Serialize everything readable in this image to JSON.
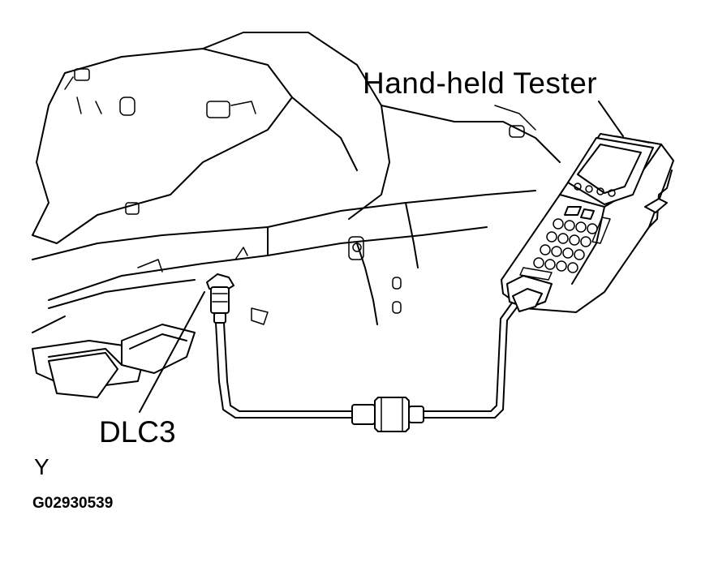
{
  "labels": {
    "tester": "Hand-held  Tester",
    "connector": "DLC3",
    "view": "Y",
    "figure_code": "G02930539"
  }
}
